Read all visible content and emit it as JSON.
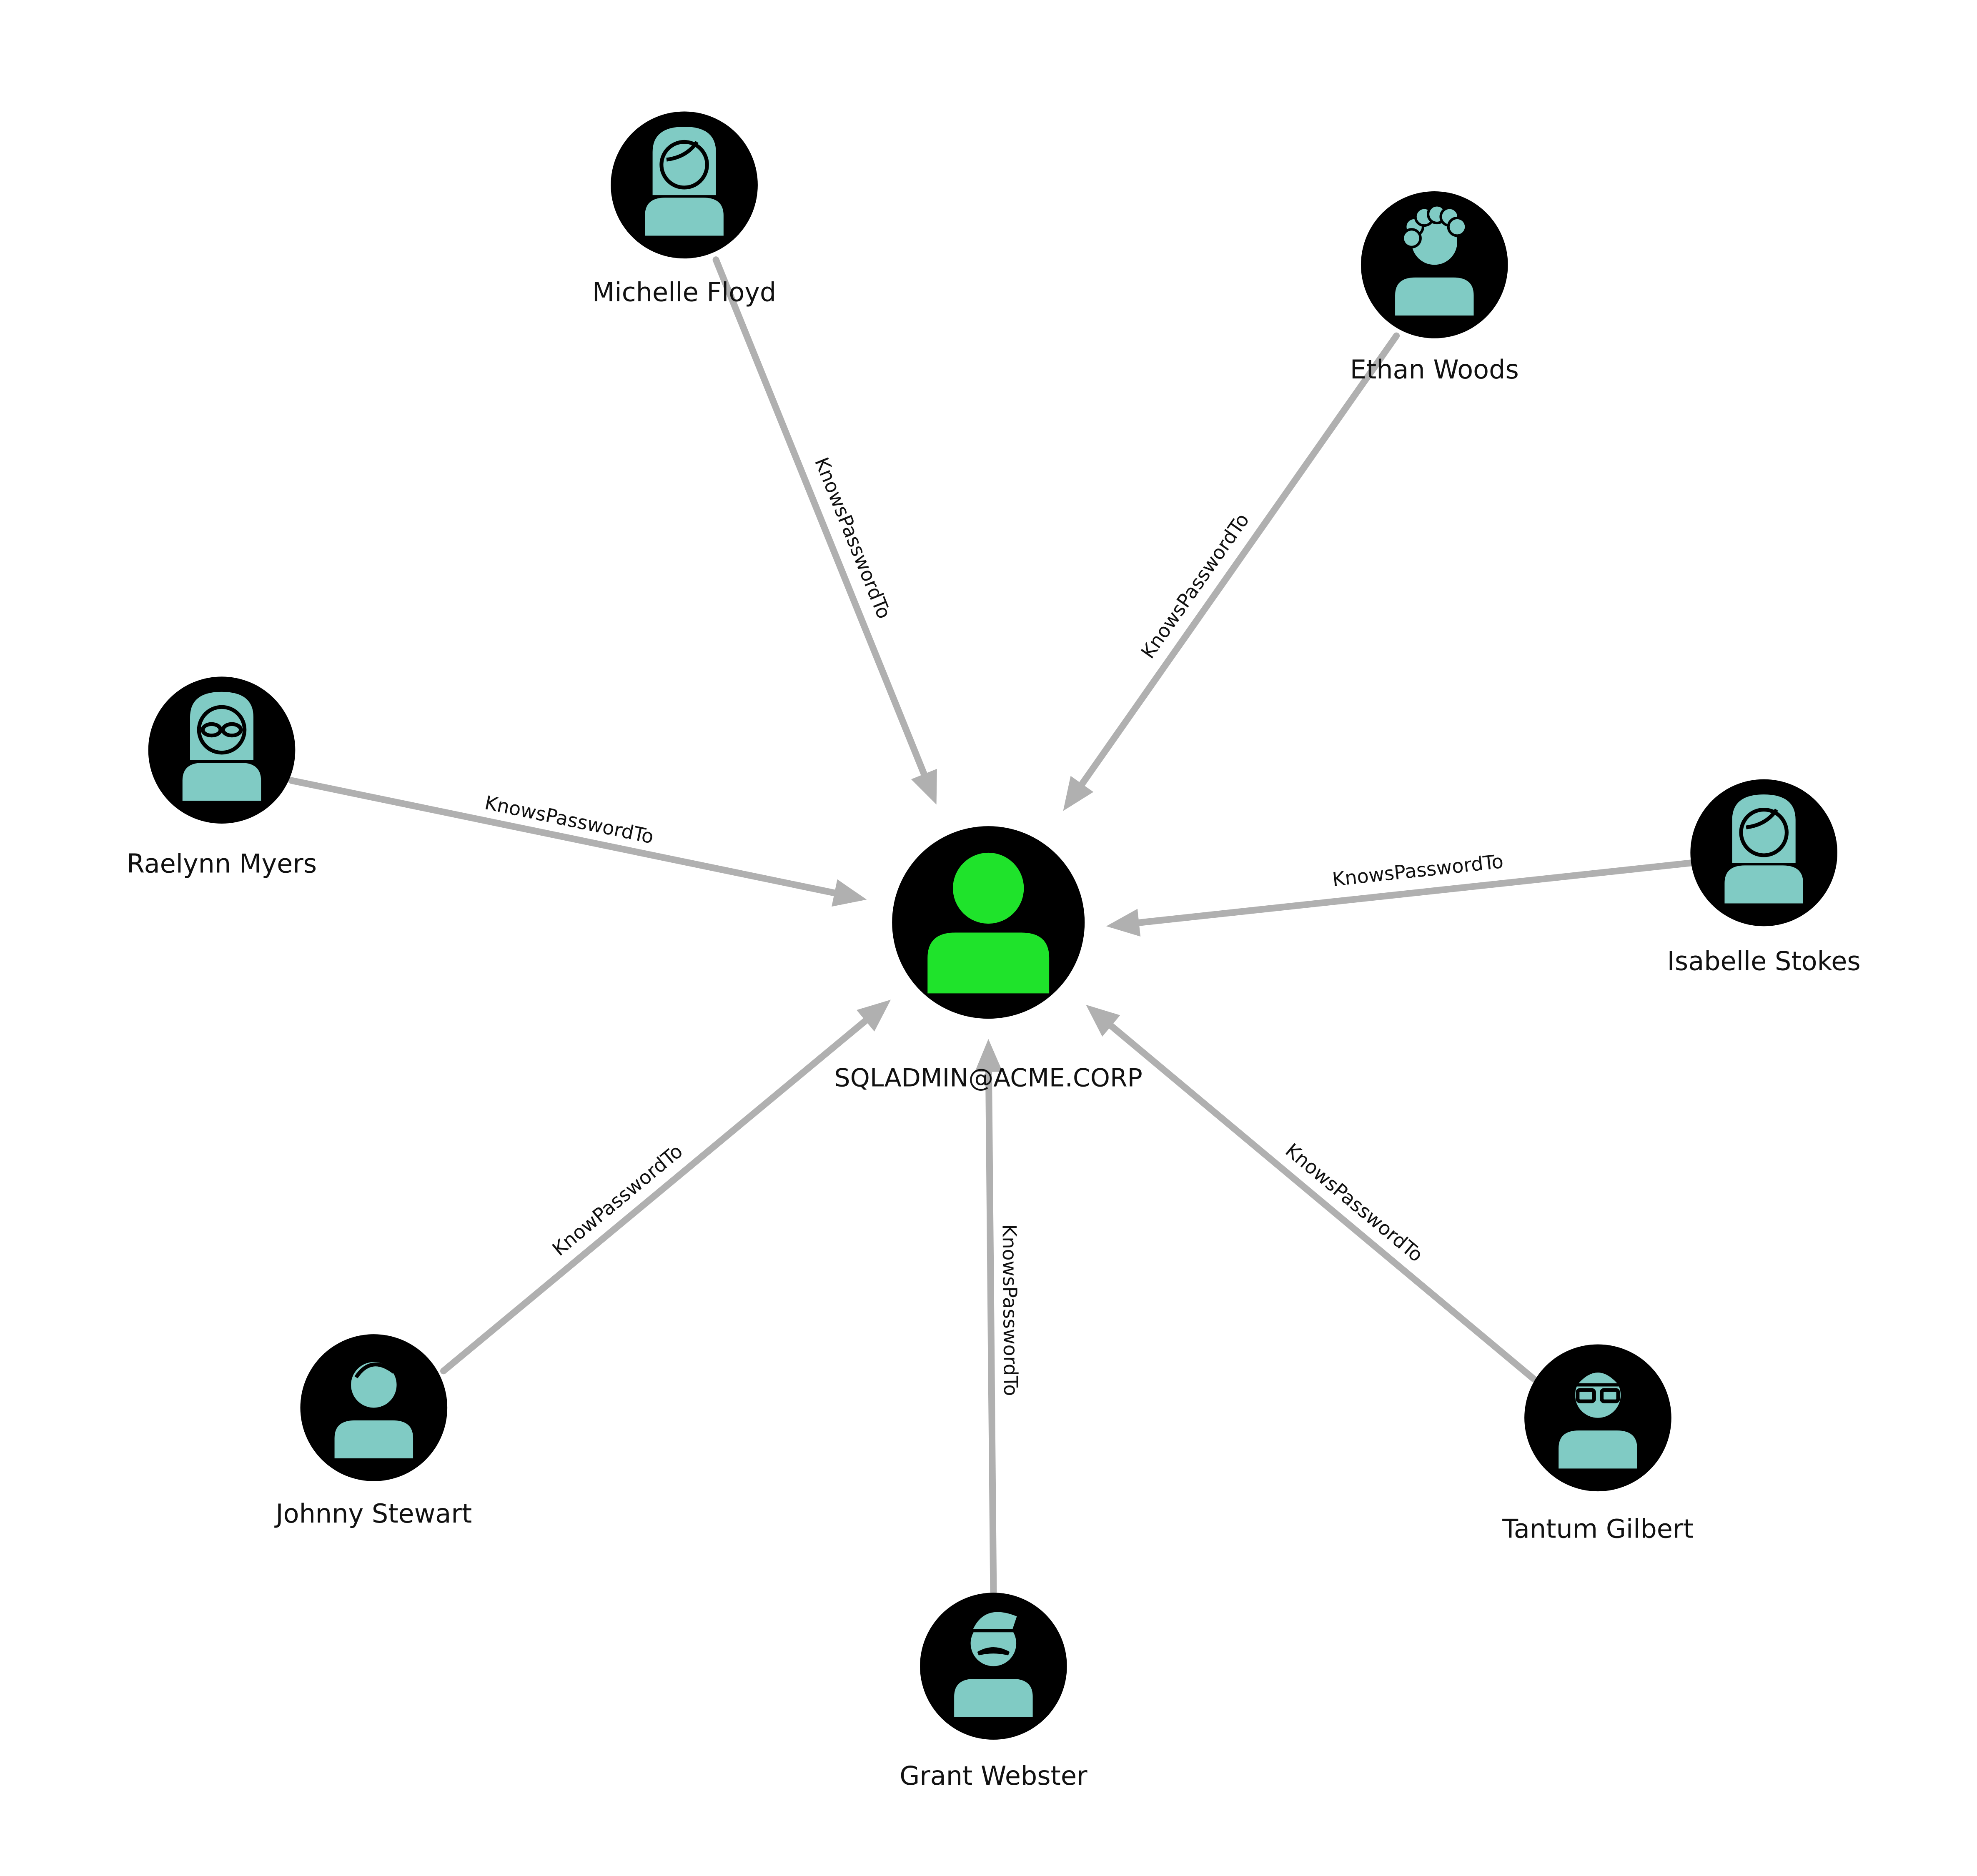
{
  "diagram": {
    "center": {
      "name": "SQLADMIN@ACME.CORP",
      "icon": "user-icon",
      "icon_color": "#1fe32b"
    },
    "user_icon_color": "#80cbc4",
    "edge_color": "#b0b0b0",
    "node_color": "#000000",
    "nodes": [
      {
        "name": "Michelle Floyd",
        "icon": "woman-long-hair-icon",
        "edge_label": "KnowsPasswordTo"
      },
      {
        "name": "Ethan Woods",
        "icon": "man-curly-hair-icon",
        "edge_label": "KnowsPasswordTo"
      },
      {
        "name": "Raelynn Myers",
        "icon": "woman-glasses-icon",
        "edge_label": "KnowsPasswordTo"
      },
      {
        "name": "Isabelle Stokes",
        "icon": "woman-long-hair-icon",
        "edge_label": "KnowsPasswordTo"
      },
      {
        "name": "Johnny Stewart",
        "icon": "man-side-part-icon",
        "edge_label": "KnowPasswordTo"
      },
      {
        "name": "Grant Webster",
        "icon": "man-mustache-icon",
        "edge_label": "KnowsPasswordTo"
      },
      {
        "name": "Tantum Gilbert",
        "icon": "man-glasses-icon",
        "edge_label": "KnowsPasswordTo"
      }
    ]
  }
}
